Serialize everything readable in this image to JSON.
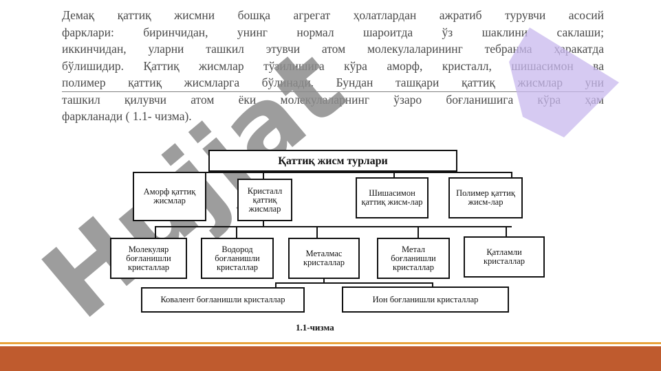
{
  "paragraph": {
    "lines": [
      "Демақ қаттиқ жисмни бошқа агрегат ҳолатлардан ажратиб турувчи асосий",
      "фарклари: биринчидан, унинг нормал шароитда ўз шаклини саклаши;",
      "иккинчидан, уларни ташкил этувчи атом молекулаларининг тебранма ҳаракатда",
      "бўлишидир. Қаттиқ жисмлар тўзилишига кўра аморф, кристалл, шишасимон ва",
      "полимер қаттиқ жисмларга бўлинади. Бундан ташқари қаттиқ жисмлар уни",
      "ташкил қилувчи атом ёки молекулаларнинг ўзаро боғланишига кўра ҳам",
      "фаркланади ( 1.1- чизма)."
    ]
  },
  "diagram": {
    "root": "Қаттиқ жисм турлари",
    "level1": [
      "Аморф қаттиқ жисмлар",
      "Кристалл қаттиқ жисмлар",
      "Шишасимон қаттиқ жисм-лар",
      "Полимер қаттиқ жисм-лар"
    ],
    "level2": [
      "Молекуляр боғланишли кристаллар",
      "Водород боғланишли кристаллар",
      "Металмас кристаллар",
      "Метал боғланишли кристаллар",
      "Қатламли кристаллар"
    ],
    "level3": [
      "Ковалент боғланишли кристаллар",
      "Ион боғланишли кристаллар"
    ],
    "caption": "1.1-чизма"
  },
  "watermark": {
    "text": "Hujjat",
    "color": "#8c8c8c",
    "accent_color": "#c8b8ee"
  },
  "colors": {
    "text": "#4a4a4a",
    "bottom_bar": "#bf5b2e",
    "bottom_stripe": "#e8a33b"
  }
}
